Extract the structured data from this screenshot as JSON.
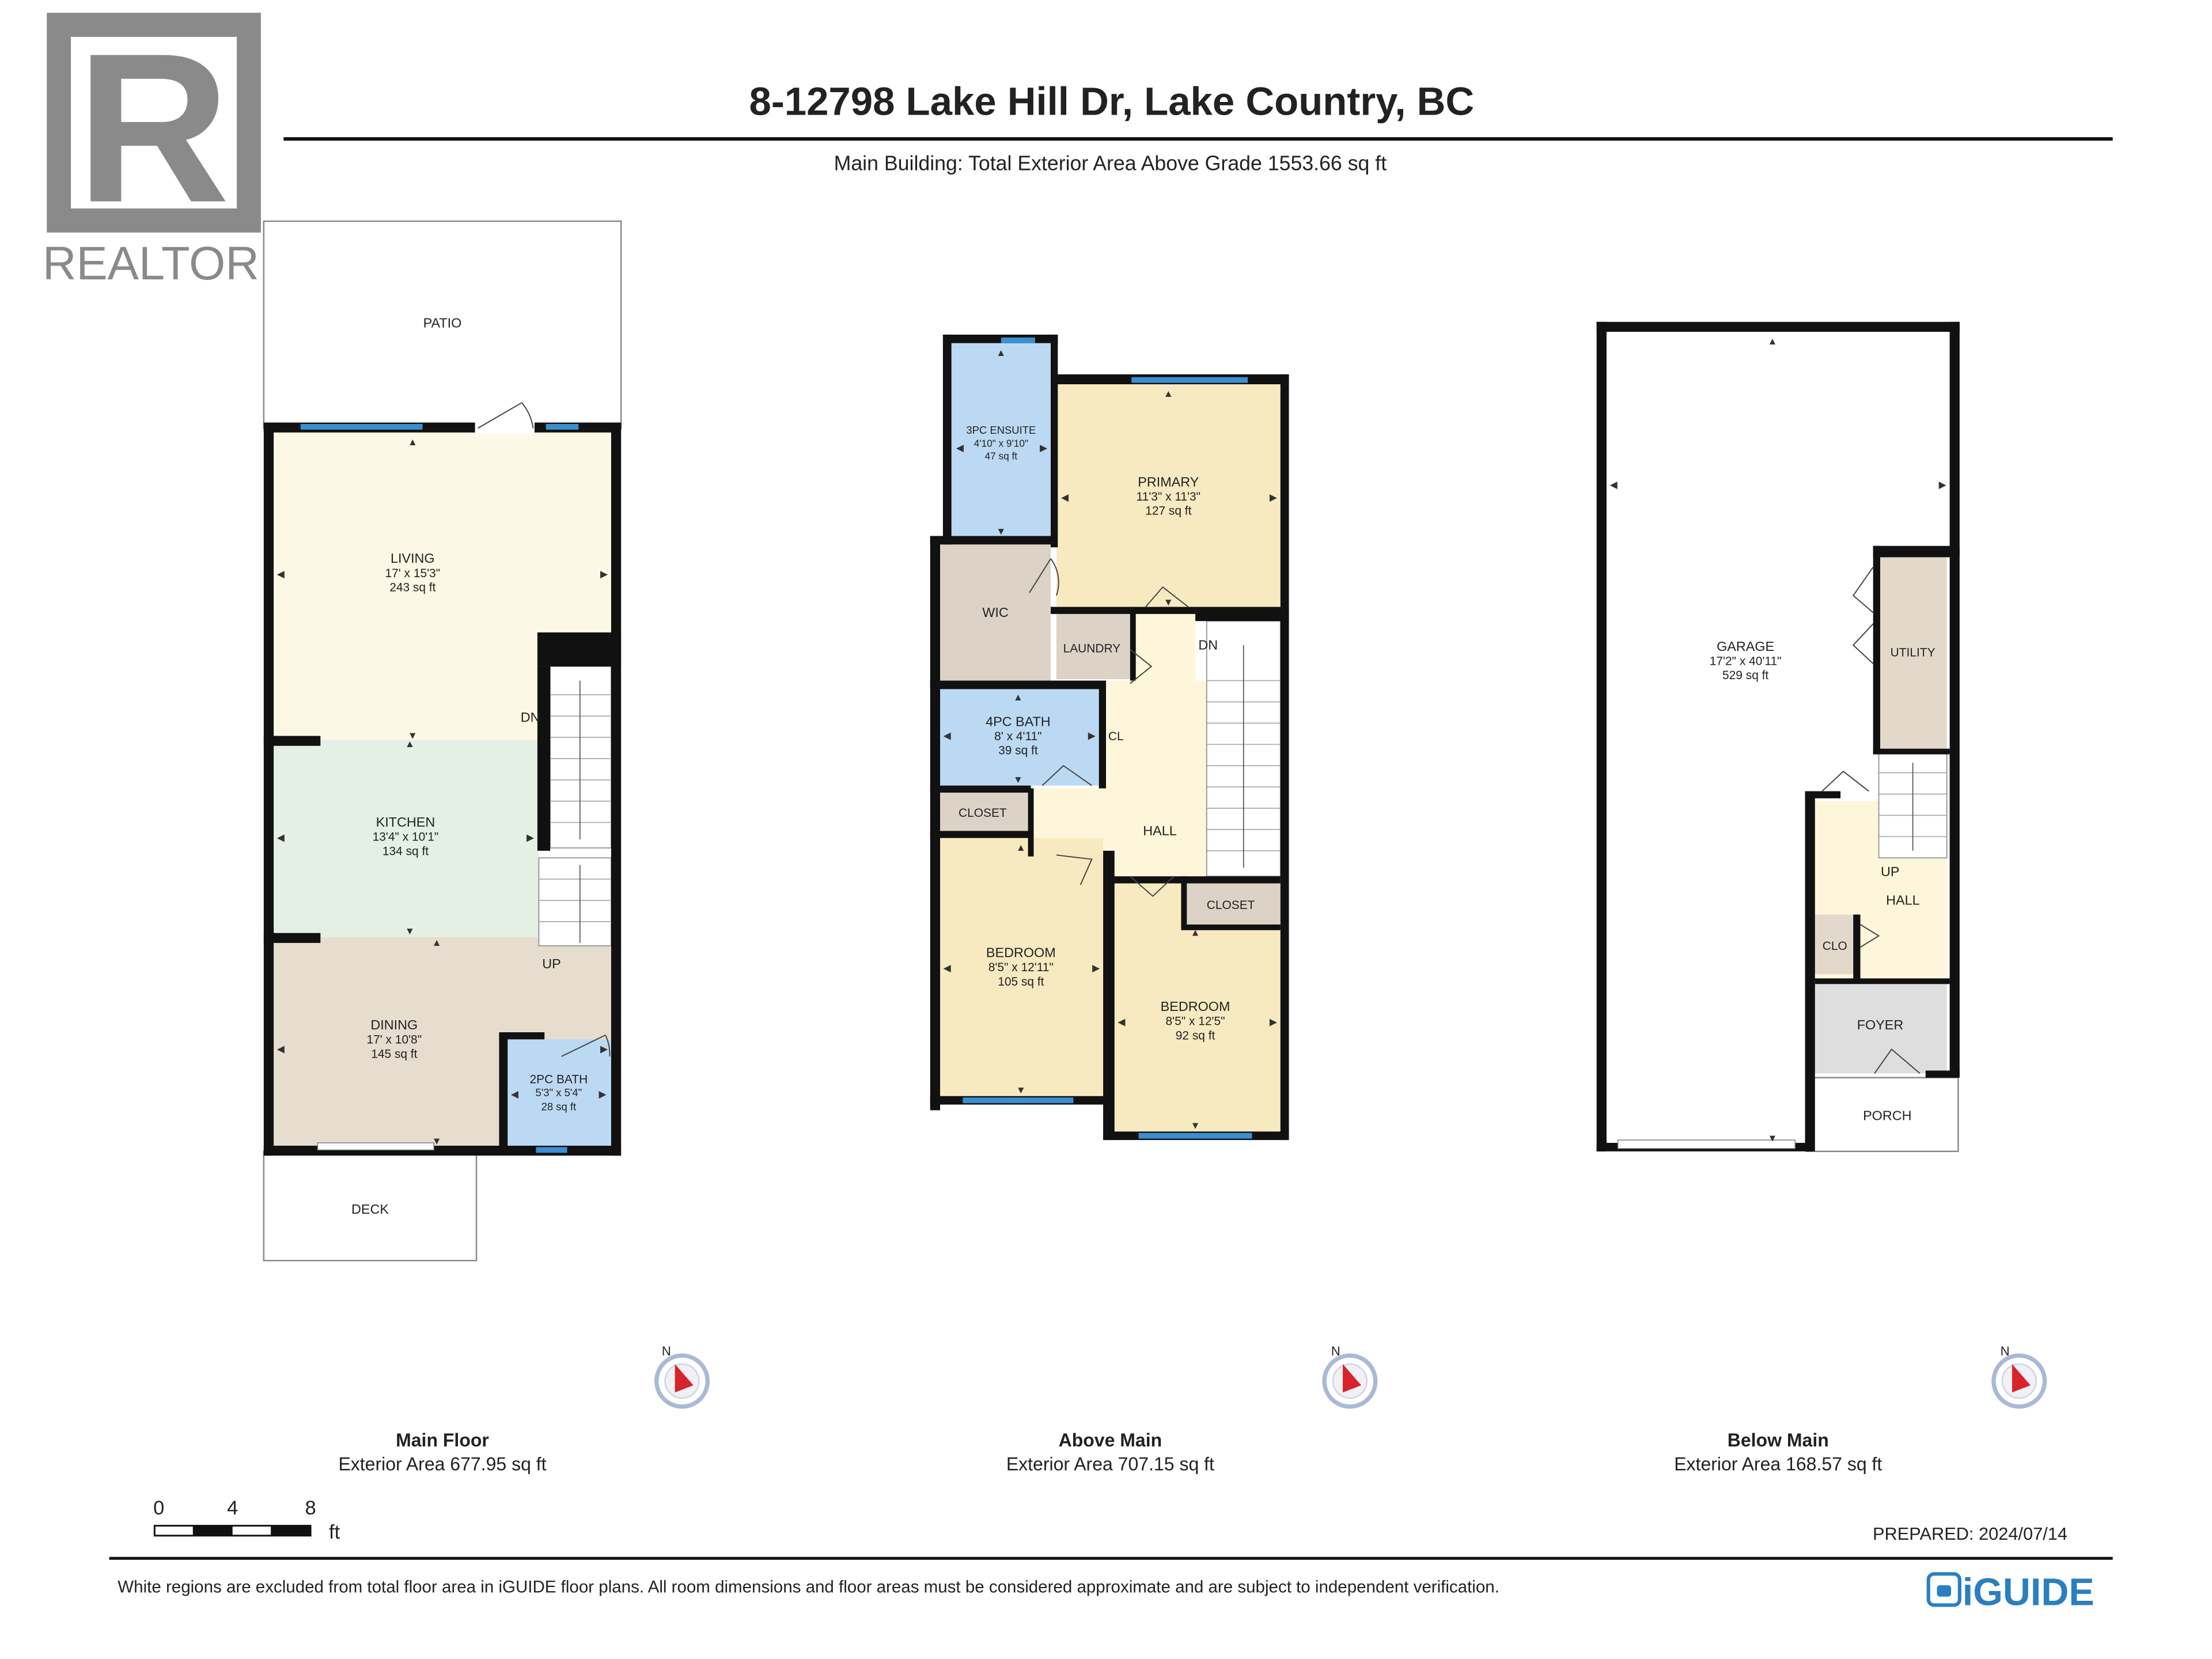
{
  "brand": {
    "realtor_logo_letter": "R",
    "realtor_wordmark": "REALTOR",
    "realtor_reg": "®",
    "iguide_logo": "iGUIDE"
  },
  "header": {
    "title": "8-12798 Lake Hill Dr, Lake Country, BC",
    "subtitle": "Main Building: Total Exterior Area Above Grade 1553.66 sq ft"
  },
  "floors": {
    "main": {
      "name": "Main Floor",
      "area": "Exterior Area 677.95 sq ft",
      "rooms": {
        "patio": {
          "name": "PATIO"
        },
        "living": {
          "name": "LIVING",
          "dims": "17' x 15'3\"",
          "area": "243 sq ft"
        },
        "kitchen": {
          "name": "KITCHEN",
          "dims": "13'4\" x 10'1\"",
          "area": "134 sq ft"
        },
        "dining": {
          "name": "DINING",
          "dims": "17' x 10'8\"",
          "area": "145 sq ft"
        },
        "bath2pc": {
          "name": "2PC BATH",
          "dims": "5'3\" x 5'4\"",
          "area": "28 sq ft"
        },
        "deck": {
          "name": "DECK"
        }
      },
      "stairs_dn": "DN",
      "stairs_up": "UP"
    },
    "above": {
      "name": "Above Main",
      "area": "Exterior Area 707.15 sq ft",
      "rooms": {
        "ensuite": {
          "name": "3PC ENSUITE",
          "dims": "4'10\" x 9'10\"",
          "area": "47 sq ft"
        },
        "primary": {
          "name": "PRIMARY",
          "dims": "11'3\" x 11'3\"",
          "area": "127 sq ft"
        },
        "wic": {
          "name": "WIC"
        },
        "laundry": {
          "name": "LAUNDRY"
        },
        "bath4pc": {
          "name": "4PC BATH",
          "dims": "8' x 4'11\"",
          "area": "39 sq ft"
        },
        "cl": {
          "name": "CL"
        },
        "closet1": {
          "name": "CLOSET"
        },
        "hall": {
          "name": "HALL"
        },
        "closet2": {
          "name": "CLOSET"
        },
        "bedroom1": {
          "name": "BEDROOM",
          "dims": "8'5\" x 12'11\"",
          "area": "105 sq ft"
        },
        "bedroom2": {
          "name": "BEDROOM",
          "dims": "8'5\" x 12'5\"",
          "area": "92 sq ft"
        }
      },
      "stairs_dn": "DN"
    },
    "below": {
      "name": "Below Main",
      "area": "Exterior Area 168.57 sq ft",
      "rooms": {
        "garage": {
          "name": "GARAGE",
          "dims": "17'2\" x 40'11\"",
          "area": "529 sq ft"
        },
        "utility": {
          "name": "UTILITY"
        },
        "hall": {
          "name": "HALL"
        },
        "clo": {
          "name": "CLO"
        },
        "foyer": {
          "name": "FOYER"
        },
        "porch": {
          "name": "PORCH"
        }
      },
      "stairs_up": "UP"
    }
  },
  "compass_label": "N",
  "scale": {
    "labels": [
      "0",
      "4",
      "8"
    ],
    "unit": "ft"
  },
  "prepared": "PREPARED: 2024/07/14",
  "disclaimer": "White regions are excluded from total floor area in iGUIDE floor plans. All room dimensions and floor areas must be considered approximate and are subject to independent verification.",
  "colors": {
    "living": "#FCF8E5",
    "kitchen": "#E3F0E3",
    "dining": "#E6DDCF",
    "bath": "#BCD9F4",
    "bedroom": "#F7EAC1",
    "closet": "#DCD3C6",
    "hall": "#FDF6DA",
    "utility": "#E2D9CA",
    "foyer": "#DEDEDE",
    "wall": "#111111",
    "window": "#3A8FD1",
    "compass_red": "#D8232A",
    "compass_ring": "#A9B9D6",
    "iguide": "#2A7FC1"
  }
}
